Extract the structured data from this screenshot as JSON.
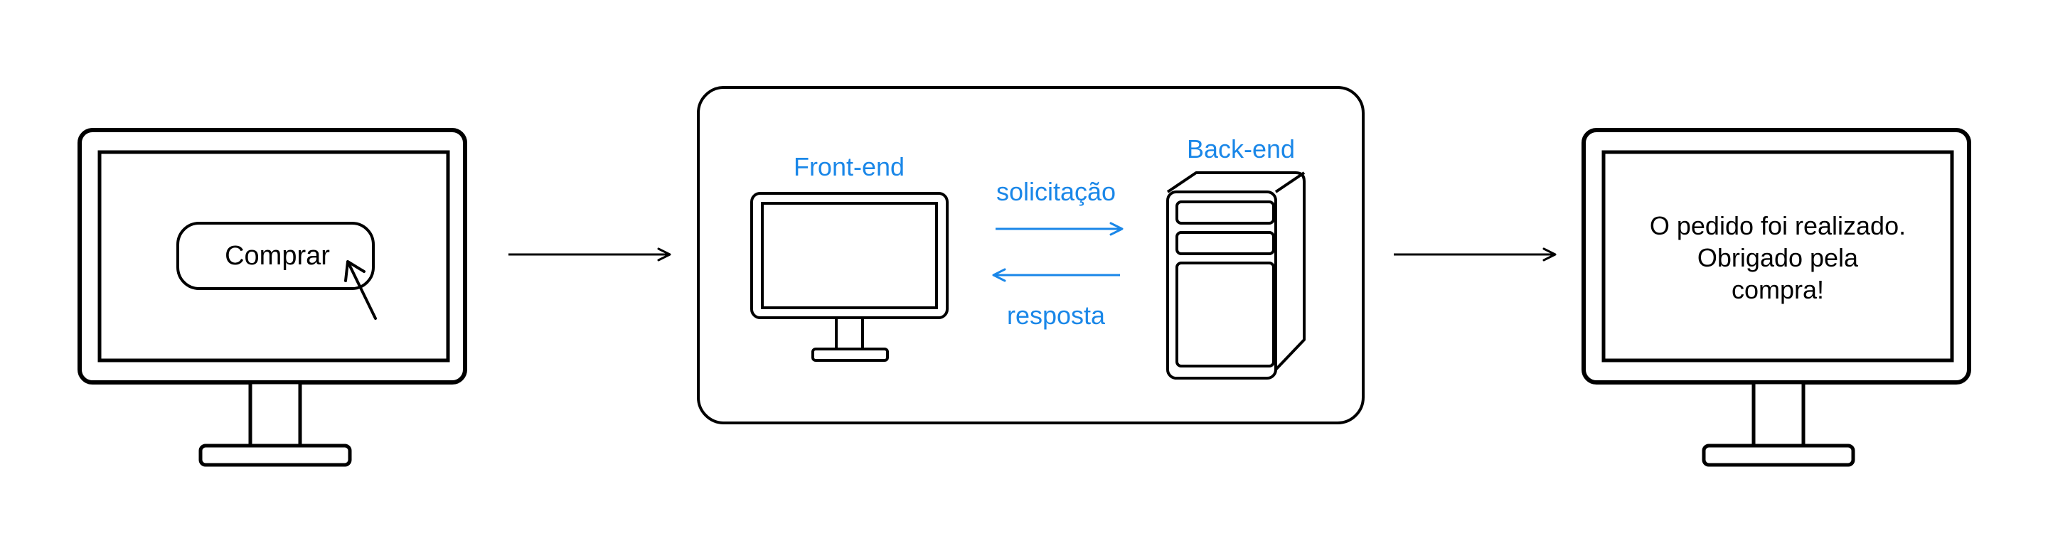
{
  "left_screen": {
    "button_label": "Comprar"
  },
  "center_panel": {
    "frontend_label": "Front-end",
    "backend_label": "Back-end",
    "request_label": "solicitação",
    "response_label": "resposta"
  },
  "right_screen": {
    "message_lines": [
      "O pedido foi realizado.",
      "Obrigado pela",
      "compra!"
    ]
  },
  "colors": {
    "accent": "#1a87e8",
    "stroke": "#000000",
    "background": "#ffffff"
  }
}
